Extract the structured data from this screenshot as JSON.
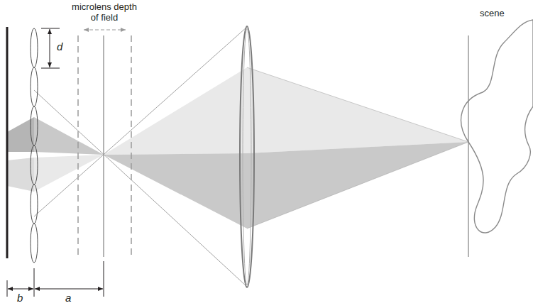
{
  "diagram": {
    "labels": [
      "microlens depth of field",
      "scene",
      "d",
      "b",
      "a"
    ]
  }
}
